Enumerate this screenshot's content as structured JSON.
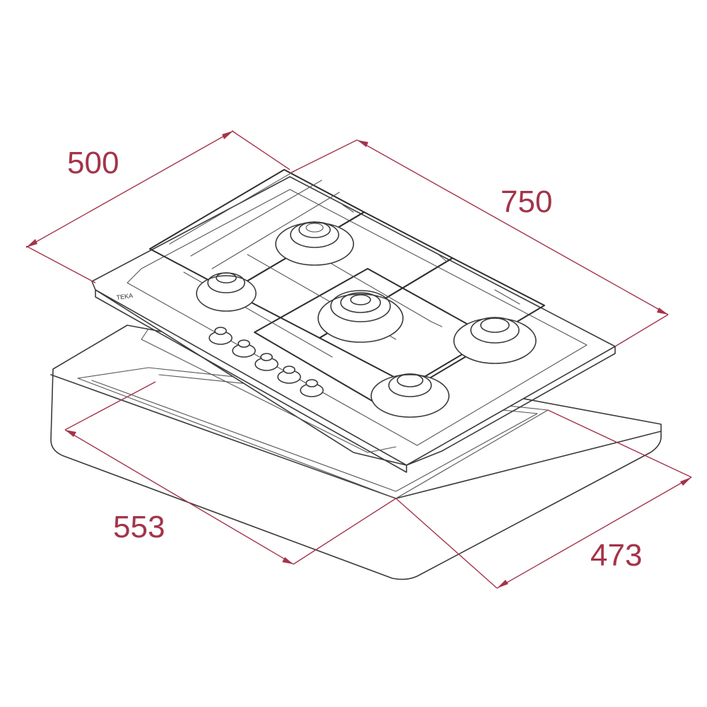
{
  "dimensions": {
    "width_top": "500",
    "length_top": "750",
    "cutout_width": "553",
    "cutout_depth": "473"
  },
  "colors": {
    "dimension": "#a3344a",
    "outline": "#3a3a3a",
    "background": "#ffffff"
  },
  "parts": {
    "burners": 5,
    "knobs": 5
  }
}
